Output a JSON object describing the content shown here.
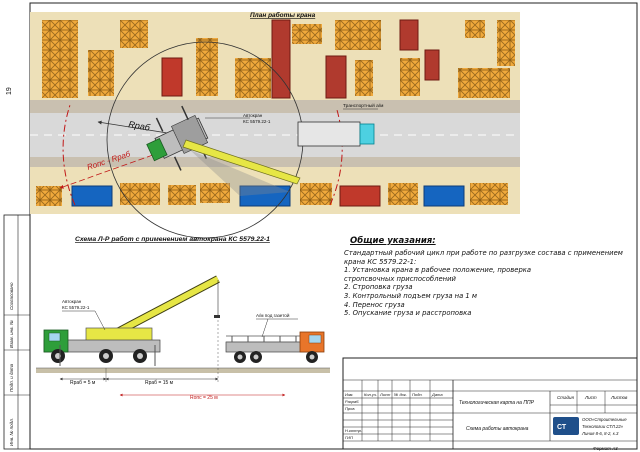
{
  "plan": {
    "title": "План работы крана",
    "reach_label": "Rраб",
    "danger_label": "Rопс - Rраб",
    "crane_label_1": "Автокран",
    "crane_label_2": "КС 5579.22-1",
    "truck_label": "Транспортный а/м"
  },
  "margin_number": "19",
  "scheme": {
    "title": "Схема Л-Р работ с применением автокрана КС 5579.22-1",
    "crane_label_1": "Автокран",
    "crane_label_2": "КС 5579.22-1",
    "truck_label": "А/м под газетой",
    "dim_1": "Rраб = 5 м",
    "dim_2": "Rраб = 15 м",
    "dim_3": "Rопс = 25 м"
  },
  "notes": {
    "heading": "Общие указания:",
    "lines": [
      "Стандартный рабочий цикл при работе по разгрузке состава с применением крана КС 5579.22-1:",
      "1. Установка крана в рабочее положение, проверка",
      "стропсвочных приспособлений",
      "2. Строповка груза",
      "3. Контрольный подъем груза на 1 м",
      "4. Перенос груза",
      "5. Опускание груза и расстроповка"
    ]
  },
  "stamp": {
    "header": [
      "Изм.",
      "Кол.уч.",
      "Лист",
      "№ док.",
      "Подп.",
      "Дата"
    ],
    "row_labels": [
      "Разраб.",
      "Пров.",
      "",
      "Н.контр.",
      "ГИП"
    ],
    "col_labels": [
      "Стадия",
      "Лист",
      "Листов"
    ],
    "doc_title": "Технологическая карта на ППР",
    "sheet_title": "Схема работы автокрана",
    "org_text": [
      "ООО«Строительные",
      "Технологии СТЛ.22»",
      "Линия 8-6, 8-2, к.3"
    ],
    "format_label": "Формат  А3"
  },
  "side_stamp": [
    "Согласовано",
    "Взам. инв. №",
    "Подп. и дата",
    "Инв. № подл."
  ]
}
